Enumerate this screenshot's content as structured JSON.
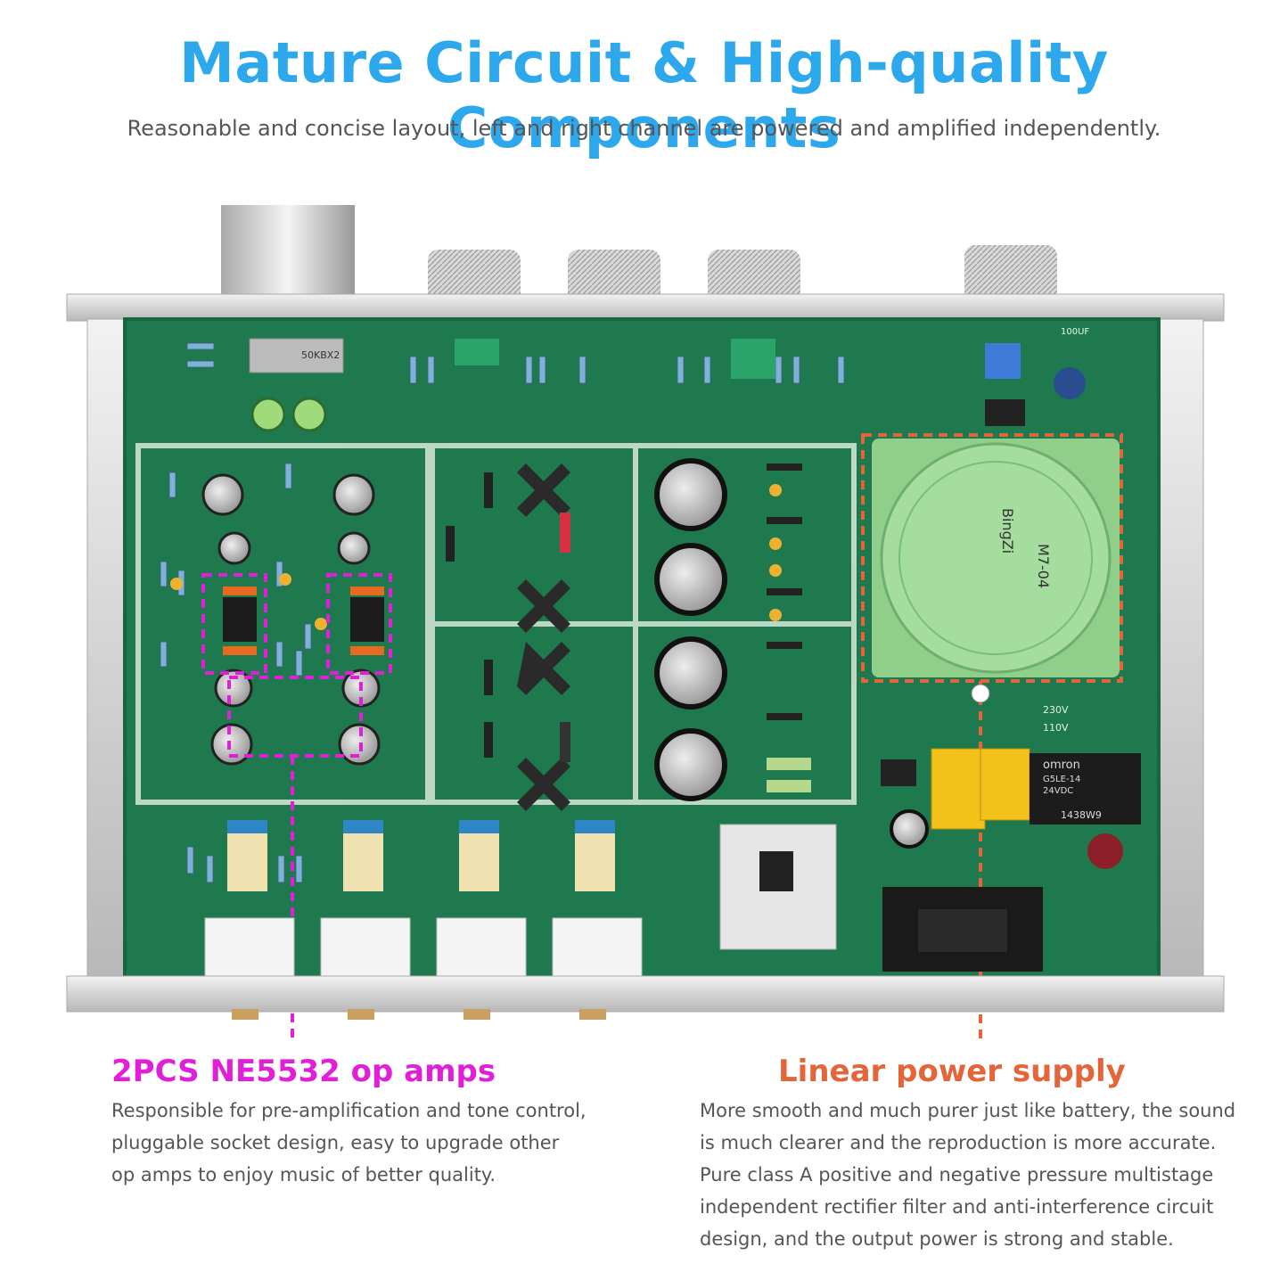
{
  "header": {
    "title": "Mature Circuit & High-quality Components",
    "subtitle": "Reasonable and concise layout, left and right channel are powered and amplified independently."
  },
  "board": {
    "pot_label": "50KBX2",
    "transformer_brand": "BingZi",
    "transformer_model": "M7-04",
    "relay_brand": "omron",
    "relay_model": "G5LE-14",
    "relay_voltage": "24VDC",
    "relay_code": "1438W9",
    "switch_230": "230V",
    "switch_110": "110V",
    "cap_label": "100UF"
  },
  "left_callout": {
    "title": "2PCS NE5532 op amps",
    "lines": [
      "Responsible for pre-amplification and tone control,",
      "pluggable socket design, easy to upgrade other",
      "op amps to enjoy music of better quality."
    ]
  },
  "right_callout": {
    "title": "Linear power supply",
    "lines": [
      "More smooth and much purer just like battery, the sound",
      "is much clearer and the reproduction is more accurate.",
      "Pure class A positive and negative pressure multistage",
      "independent rectifier filter and anti-interference circuit",
      "design, and the output power is strong and stable."
    ]
  },
  "colors": {
    "title": "#2ea8ec",
    "accent_left": "#e21fd8",
    "accent_right": "#e4653a",
    "pcb": "#1e7a4e"
  }
}
